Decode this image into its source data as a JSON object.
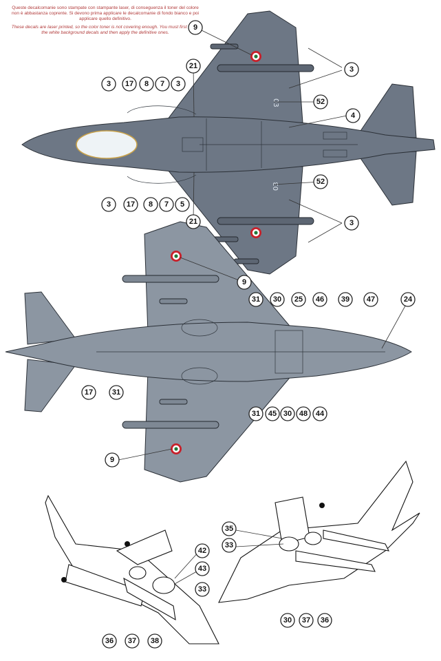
{
  "notice": {
    "italian": "Queste decalcomanie sono stampate con stampante laser, di conseguenza il toner del colore non è abbastanza coprente. Si devono prima applicare le decalcomanie di fondo bianco e poi applicare quello definitivo.",
    "english": "These decals are laser printed, so the color toner is not covering enough. You must first apply the white background decals and then apply the definitive ones."
  },
  "serials": {
    "upper_right_wing": "03",
    "upper_left_wing": "03"
  },
  "callouts": {
    "top_view": [
      "9",
      "3",
      "3",
      "17",
      "8",
      "7",
      "3",
      "21",
      "52",
      "4",
      "52",
      "3",
      "17",
      "8",
      "7",
      "5",
      "21",
      "3"
    ],
    "bottom_view": [
      "9",
      "31",
      "30",
      "25",
      "46",
      "39",
      "47",
      "24",
      "17",
      "31",
      "31",
      "45",
      "30",
      "48",
      "44",
      "9"
    ],
    "left_perspective": [
      "42",
      "43",
      "33",
      "36",
      "37",
      "38"
    ],
    "right_perspective": [
      "35",
      "33",
      "30",
      "37",
      "36"
    ]
  },
  "colors": {
    "roundel_red": "#c8202a",
    "roundel_green": "#1f7a3a",
    "upper_grey": "#6d7785",
    "lower_grey": "#8c96a2",
    "note_text": "#b13a3a"
  }
}
